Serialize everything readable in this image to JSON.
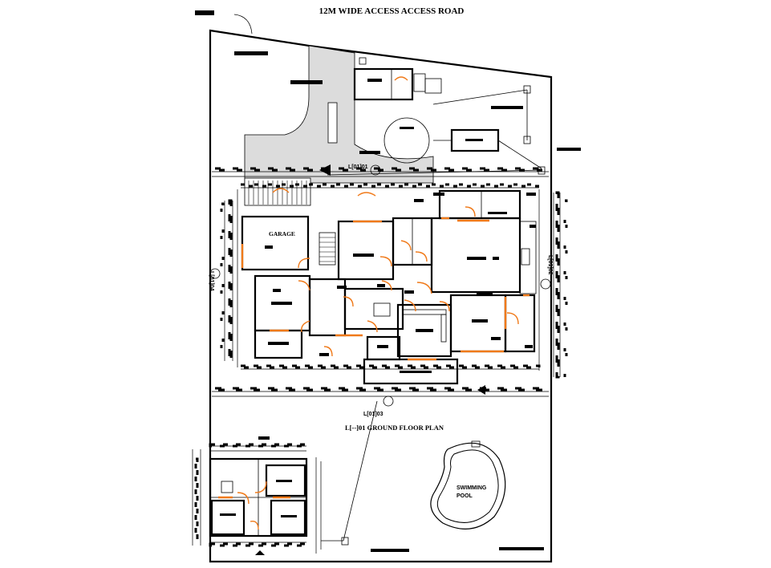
{
  "drawing": {
    "road_title": "12M WIDE ACCESS ACCESS ROAD",
    "plan_title": "L[--]01 GROUND FLOOR PLAN",
    "garage_label": "GARAGE",
    "pool_label_1": "SWIMMING",
    "pool_label_2": "POOL",
    "section_top": "L[01]01",
    "section_right": "L[01]02",
    "section_bottom": "L[01]03",
    "section_left": "L[01]04"
  },
  "colors": {
    "paving": "#dcdcdc",
    "door_swing": "#f07a1a",
    "lines": "#000000"
  }
}
